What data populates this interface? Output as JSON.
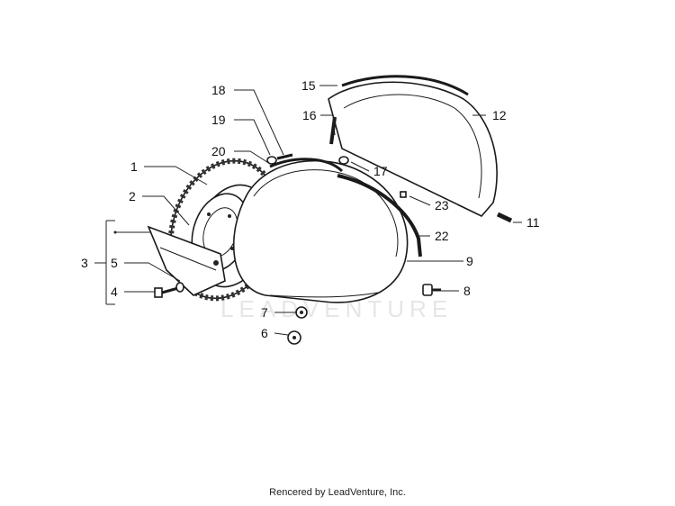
{
  "watermark": "LEADVENTURE",
  "footer": "Rencered by LeadVenture, Inc.",
  "callouts": [
    "1",
    "2",
    "3",
    "4",
    "5",
    "6",
    "7",
    "8",
    "9",
    "11",
    "12",
    "15",
    "16",
    "17",
    "18",
    "19",
    "20",
    "22",
    "23"
  ]
}
